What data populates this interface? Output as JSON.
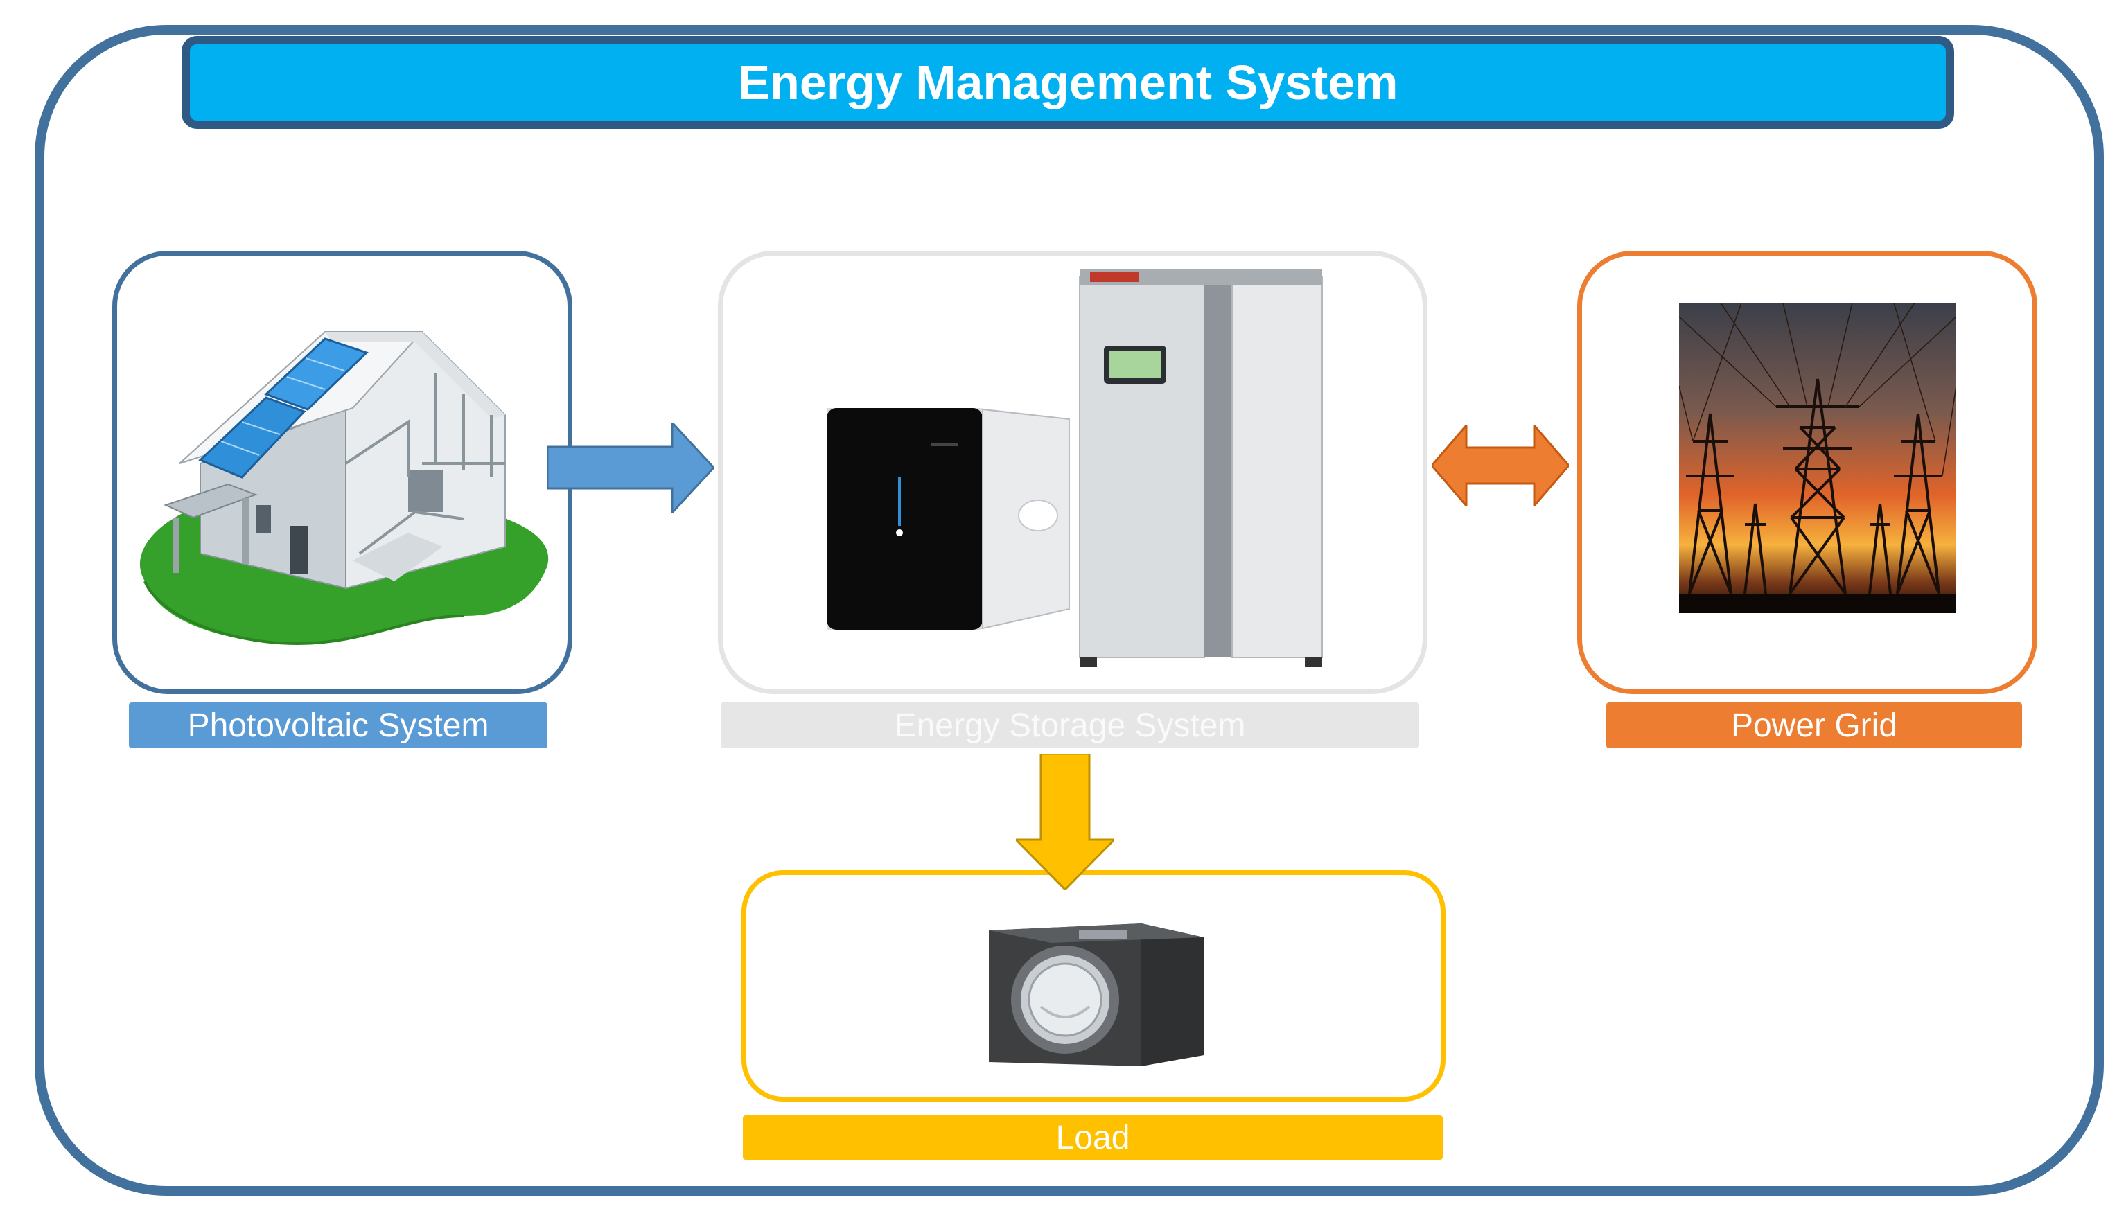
{
  "title": "Energy Management System",
  "nodes": {
    "pv": {
      "label": "Photovoltaic System"
    },
    "storage": {
      "label": "Energy Storage System"
    },
    "grid": {
      "label": "Power Grid"
    },
    "load": {
      "label": "Load"
    }
  },
  "colors": {
    "frame": "#41719c",
    "title_fill": "#00b0f0",
    "pv": "#5b9bd5",
    "storage": "#e4e4e4",
    "grid": "#ed7d31",
    "load": "#ffc000"
  },
  "icons": {
    "pv": "solar-house-icon",
    "storage": "battery-cabinet-icon",
    "grid": "power-tower-icon",
    "load": "washing-machine-icon"
  }
}
